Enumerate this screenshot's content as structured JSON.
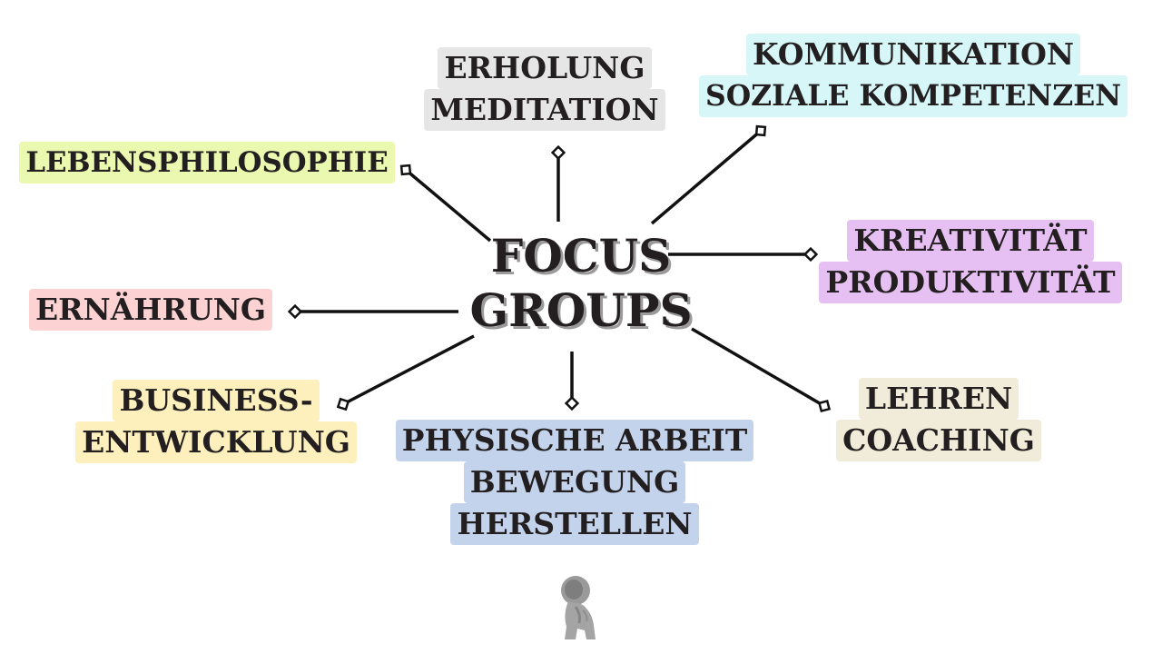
{
  "center": {
    "line1": "FOCUS",
    "line2": "GROUPS"
  },
  "colors": {
    "text": "#231f20",
    "connector": "#111111",
    "erholung": "#e6e6e6",
    "kommunikation": "#d6f6f8",
    "lebensphilosophie": "#eaf8b0",
    "kreativitaet": "#e6c0f2",
    "ernaehrung": "#fcd2d2",
    "business": "#fdf0bd",
    "physische": "#c3d3ec",
    "lehren": "#f1ecd9"
  },
  "groups": {
    "erholung": {
      "lines": [
        "ERHOLUNG",
        "MEDITATION"
      ]
    },
    "kommunikation": {
      "lines": [
        "KOMMUNIKATION",
        "SOZIALE KOMPETENZEN"
      ]
    },
    "lebensphilosophie": {
      "lines": [
        "LEBENSPHILOSOPHIE"
      ]
    },
    "kreativitaet": {
      "lines": [
        "KREATIVITÄT",
        "PRODUKTIVITÄT"
      ]
    },
    "ernaehrung": {
      "lines": [
        "ERNÄHRUNG"
      ]
    },
    "business": {
      "lines": [
        "BUSINESS-",
        "ENTWICKLUNG"
      ]
    },
    "physische": {
      "lines": [
        "PHYSISCHE ARBEIT",
        "BEWEGUNG",
        "HERSTELLEN"
      ]
    },
    "lehren": {
      "lines": [
        "LEHREN",
        "COACHING"
      ]
    }
  },
  "logo": {
    "icon": "thinker-statue-icon"
  }
}
